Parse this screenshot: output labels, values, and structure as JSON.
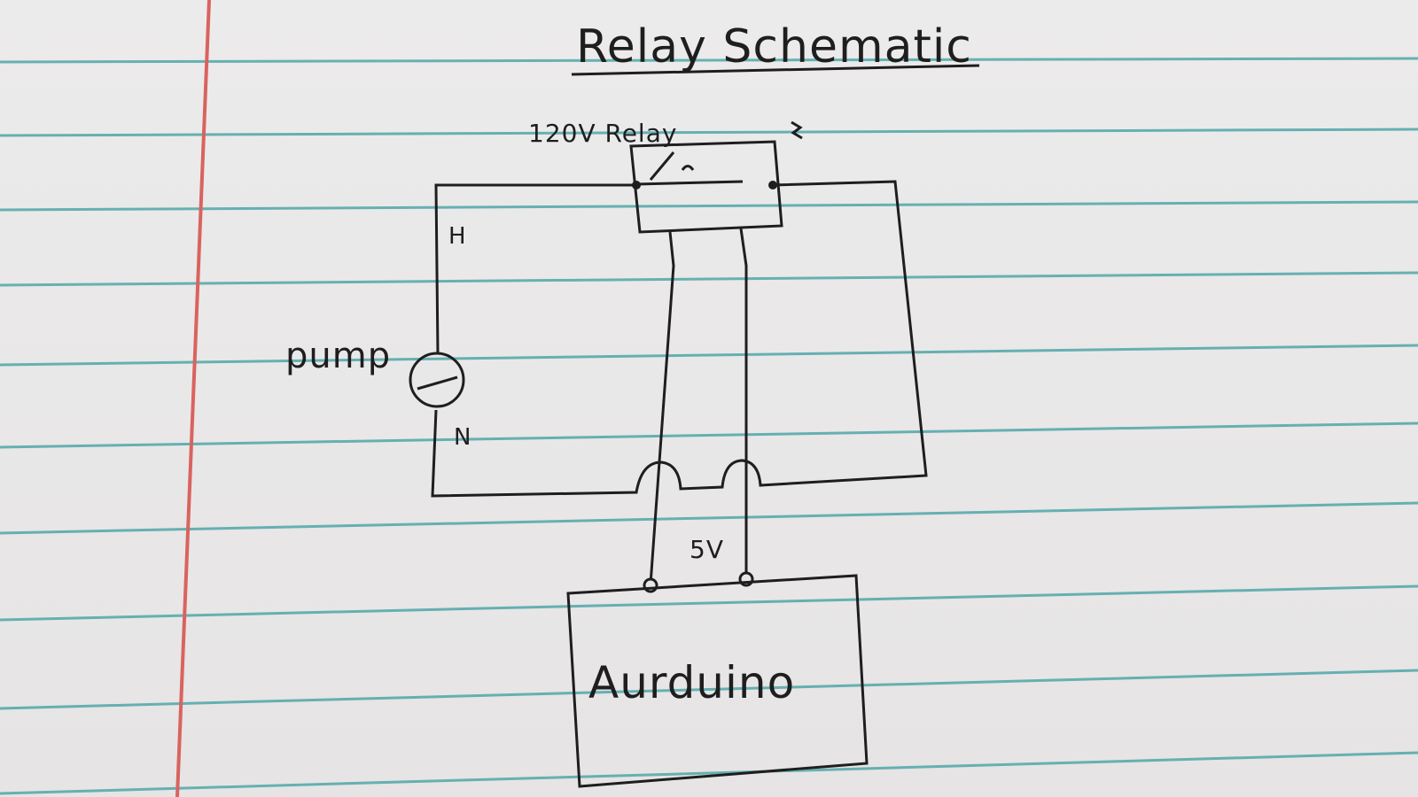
{
  "title": "Relay Schematic",
  "components": {
    "relay": {
      "label": "120V Relay"
    },
    "pump": {
      "label": "pump"
    },
    "controller": {
      "label": "Aurduino"
    }
  },
  "wire_labels": {
    "hot": "H",
    "neutral": "N",
    "control_voltage": "5V"
  },
  "colors": {
    "paper": "#e8e6e6",
    "rule_line": "#4fa7a8",
    "margin_line": "#d9635f",
    "ink": "#1e1e1e"
  }
}
